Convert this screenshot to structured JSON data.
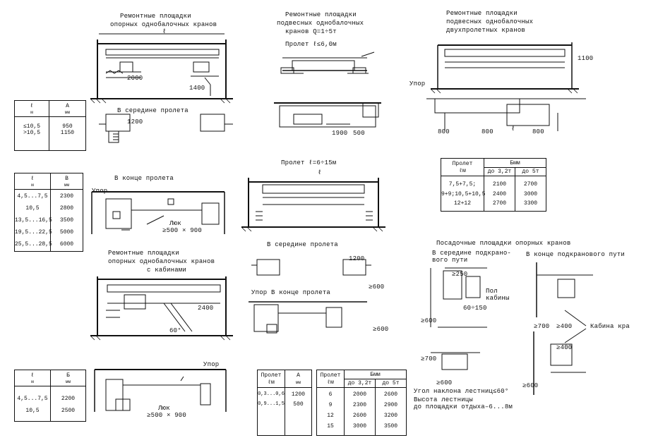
{
  "titles": {
    "t1_l1": "Ремонтные площадки",
    "t1_l2": "опорных однобалочных кранов",
    "t2_l1": "Ремонтные площадки",
    "t2_l2": "подвесных однобалочных",
    "t2_l3": "кранов Q=1÷5т",
    "span_6m": "Пролет ℓ≤6,0м",
    "t3_l1": "Ремонтные площадки",
    "t3_l2": "подвесных однобалочных",
    "t3_l3": "двухпролетных кранов",
    "mid_span": "В середине пролета",
    "end_span": "В конце пролета",
    "span_6_15": "Пролет ℓ=6÷15м",
    "t4_l1": "Ремонтные площадки",
    "t4_l2": "опорных однобалочных кранов",
    "t4_l3": "с кабинами",
    "stop_end_span": "Упор  В конце пролета",
    "landing": "Посадочные площадки опорных кранов",
    "mid_runway_l1": "В середине подкрано-",
    "mid_runway_l2": "вого пути",
    "end_runway": "В конце подкранового пути"
  },
  "labels": {
    "l": "ℓ",
    "d2000": "2000",
    "d1400": "1400",
    "d1200": "1200",
    "d2400": "2400",
    "d1900": "1900",
    "d500": "500",
    "d800": "800",
    "d1100": "1100",
    "d600": "≥600",
    "d700": "≥700",
    "d400": "≥400",
    "d250": "≥250",
    "d60_150": "60÷150",
    "a60": "60°",
    "stop": "Упор",
    "hatch": "Люк",
    "hatch_size": "≥500 × 900",
    "cabin_floor_l1": "Пол",
    "cabin_floor_l2": "кабины",
    "cabin_crane": "Кабина кра",
    "stair_angle": "Угол наклона лестниц≤60°",
    "stair_height_l1": "Высота лестницы",
    "stair_height_l2": "до площадки отдыха–6...8м"
  },
  "table1": {
    "headers": [
      "ℓ",
      "А"
    ],
    "units": [
      "м",
      "мм"
    ],
    "rows": [
      [
        "≤10,5",
        "950"
      ],
      [
        ">10,5",
        "1150"
      ]
    ]
  },
  "table2": {
    "headers": [
      "ℓ",
      "В"
    ],
    "units": [
      "м",
      "мм"
    ],
    "rows": [
      [
        "4,5...7,5",
        "2300"
      ],
      [
        "10,5",
        "2800"
      ],
      [
        "13,5...16,5",
        "3500"
      ],
      [
        "19,5...22,5",
        "5000"
      ],
      [
        "25,5...28,5",
        "6000"
      ]
    ]
  },
  "table3": {
    "headers": [
      "ℓ",
      "Б"
    ],
    "units": [
      "м",
      "мм"
    ],
    "rows": [
      [
        "4,5...7,5",
        "2200"
      ],
      [
        "10,5",
        "2500"
      ]
    ]
  },
  "table4": {
    "headers": [
      "Пролет",
      "А"
    ],
    "units": [
      "ℓм",
      "мм"
    ],
    "rows": [
      [
        "0,3...0,6",
        "1200"
      ],
      [
        "0,9...1,5",
        "500"
      ]
    ]
  },
  "table5": {
    "headers": [
      "Пролет"
    ],
    "units": [
      "ℓм"
    ],
    "group": "Бмм",
    "subheaders": [
      "до 3,2т",
      "до 5т"
    ],
    "rows": [
      [
        "6",
        "2000",
        "2600"
      ],
      [
        "9",
        "2300",
        "2900"
      ],
      [
        "12",
        "2600",
        "3200"
      ],
      [
        "15",
        "3000",
        "3500"
      ]
    ]
  },
  "table6": {
    "headers": [
      "Пролет"
    ],
    "units": [
      "ℓм"
    ],
    "group": "Бмм",
    "subheaders": [
      "до 3,2т",
      "до 5т"
    ],
    "rows": [
      [
        "7,5+7,5;",
        "2100",
        "2700"
      ],
      [
        "9+9;10,5+10,5",
        "2400",
        "3000"
      ],
      [
        "12+12",
        "2700",
        "3300"
      ]
    ]
  }
}
